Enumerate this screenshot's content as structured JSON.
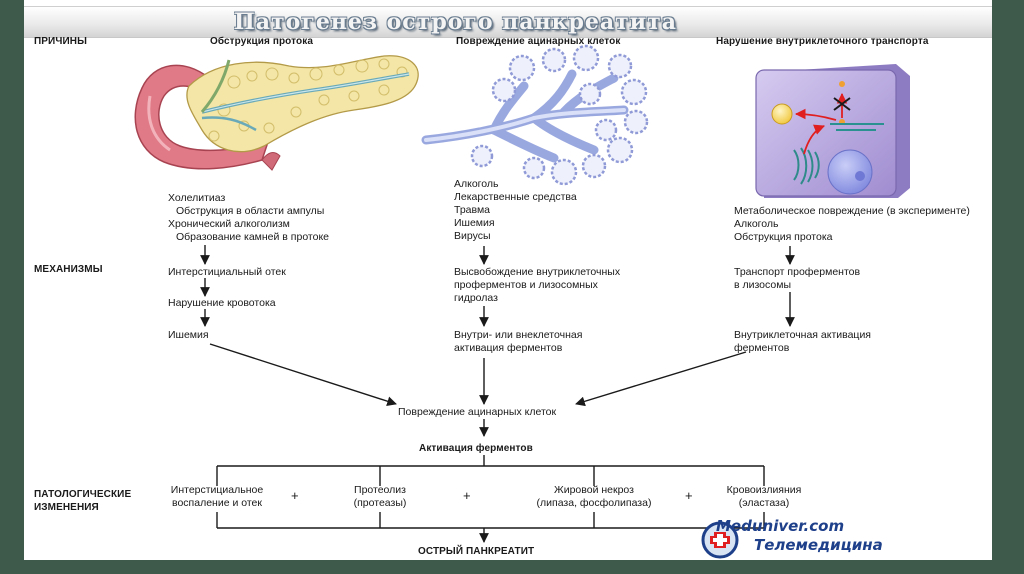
{
  "title": "Патогенез острого панкреатита",
  "row_labels": {
    "causes": "ПРИЧИНЫ",
    "mechanisms": "МЕХАНИЗМЫ",
    "pathology_1": "ПАТОЛОГИЧЕСКИЕ",
    "pathology_2": "ИЗМЕНЕНИЯ"
  },
  "columns": {
    "left": {
      "heading": "Обструкция протока",
      "causes": [
        "Холелитиаз",
        "Обструкция в области ампулы",
        "Хронический алкоголизм",
        "Образование камней в протоке"
      ],
      "mechanisms": [
        "Интерстициальный отек",
        "Нарушение кровотока",
        "Ишемия"
      ]
    },
    "center": {
      "heading": "Повреждение ацинарных клеток",
      "causes": [
        "Алкоголь",
        "Лекарственные средства",
        "Травма",
        "Ишемия",
        "Вирусы"
      ],
      "mechanisms": [
        "Высвобождение внутриклеточных",
        "проферментов и лизосомных",
        "гидролаз",
        "Внутри- или внеклеточная",
        "активация ферментов"
      ]
    },
    "right": {
      "heading": "Нарушение внутриклеточного транспорта",
      "causes": [
        "Метаболическое повреждение (в эксперименте)",
        "Алкоголь",
        "Обструкция протока"
      ],
      "mechanisms": [
        "Транспорт проферментов",
        "в лизосомы",
        "Внутриклеточная активация",
        "ферментов"
      ]
    }
  },
  "convergence": {
    "injury": "Повреждение ацинарных клеток",
    "activation": "Активация ферментов"
  },
  "pathology": {
    "items": [
      {
        "line1": "Интерстициальное",
        "line2": "воспаление и отек"
      },
      {
        "line1": "Протеолиз",
        "line2": "(протеазы)"
      },
      {
        "line1": "Жировой некроз",
        "line2": "(липаза, фосфолипаза)"
      },
      {
        "line1": "Кровоизлияния",
        "line2": "(эластаза)"
      }
    ],
    "plus": "+"
  },
  "outcome": "ОСТРЫЙ ПАНКРЕАТИТ",
  "logo": {
    "line1": "Meduniver.com",
    "line2": "Телемедицина"
  },
  "colors": {
    "background": "#3d5a4a",
    "pancreas": "#f3e6a6",
    "duodenum": "#e07a86",
    "acinus": "#b9c3ec",
    "cell": "#b7a6dd",
    "nucleus": "#8f98e8",
    "arrow_red": "#e02020"
  }
}
